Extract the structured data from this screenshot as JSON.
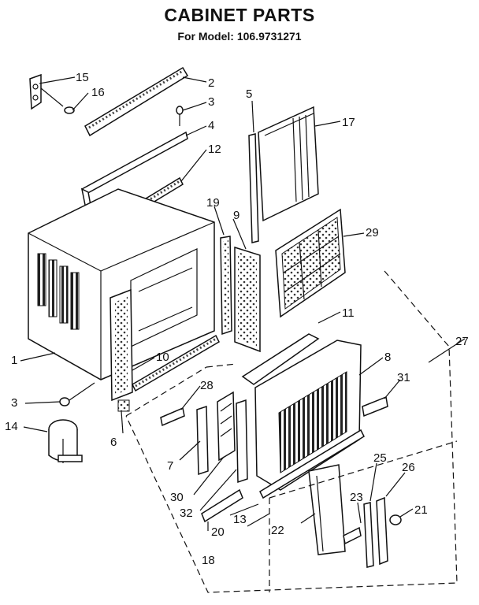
{
  "header": {
    "title": "CABINET PARTS",
    "subtitle": "For Model: 106.9731271"
  },
  "callouts": [
    "1",
    "2",
    "3",
    "3",
    "4",
    "5",
    "6",
    "7",
    "8",
    "9",
    "10",
    "11",
    "12",
    "13",
    "14",
    "15",
    "16",
    "17",
    "18",
    "19",
    "20",
    "21",
    "22",
    "23",
    "25",
    "26",
    "27",
    "28",
    "29",
    "30",
    "31",
    "32"
  ]
}
